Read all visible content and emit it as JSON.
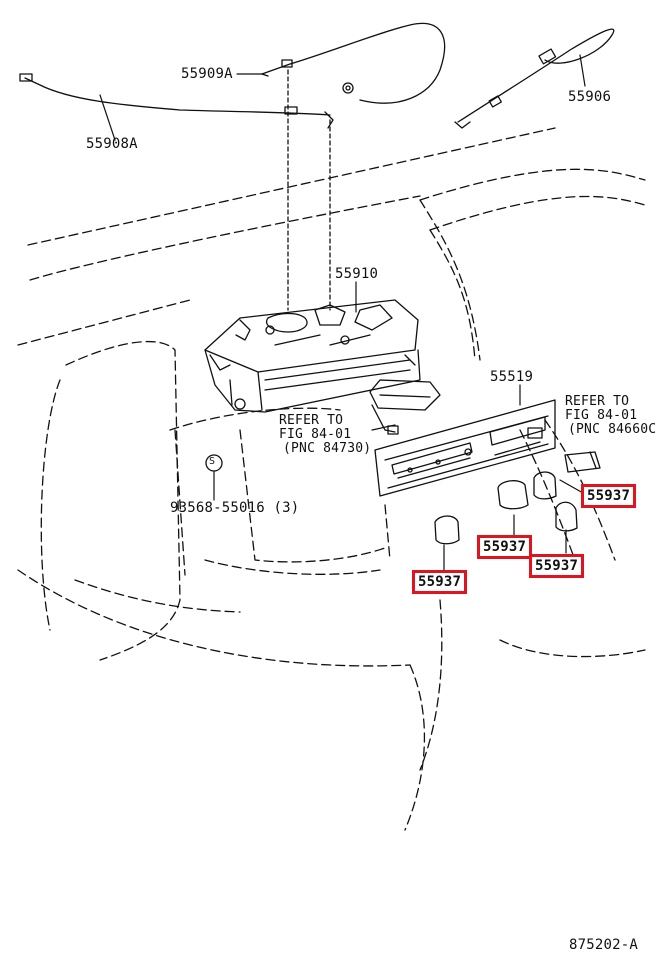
{
  "parts": {
    "p55909A": "55909A",
    "p55906": "55906",
    "p55908A": "55908A",
    "p55910": "55910",
    "p55519": "55519",
    "p93568": "93568-55016 (3)",
    "knob1": "55937",
    "knob2": "55937",
    "knob3": "55937",
    "knob4": "55937"
  },
  "refs": {
    "right": {
      "line1": "REFER TO",
      "line2": "FIG 84-01",
      "line3": "(PNC 84660C)"
    },
    "left": {
      "line1": "REFER TO",
      "line2": "FIG 84-01",
      "line3": "(PNC 84730)"
    }
  },
  "fastener_symbol": "S",
  "figure_id": "875202-A",
  "colors": {
    "highlight": "#e0141e",
    "ink": "#111111"
  }
}
